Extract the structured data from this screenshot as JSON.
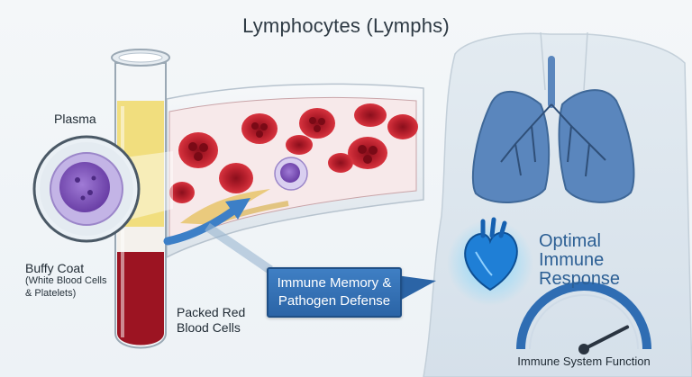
{
  "title": "Lymphocytes (Lymphs)",
  "labels": {
    "plasma": "Plasma",
    "buffy_coat": "Buffy Coat",
    "buffy_coat_detail_1": "(White Blood Cells",
    "buffy_coat_detail_2": "& Platelets)",
    "packed_red_1": "Packed Red",
    "packed_red_2": "Blood Cells",
    "callout_1": "Immune Memory &",
    "callout_2": "Pathogen Defense",
    "optimal_1": "Optimal",
    "optimal_2": "Immune",
    "optimal_3": "Response",
    "gauge_caption": "Immune System Function"
  },
  "colors": {
    "plasma": "#f1de7e",
    "packed_cells": "#9c1422",
    "lymphocyte": "#7b4fb5",
    "accent_blue": "#2f6db3",
    "lungs": "#5a86bd",
    "heart": "#1f7fd6"
  },
  "gauge": {
    "level_fraction": 0.85
  },
  "icons": [
    "test-tube-icon",
    "lymphocyte-icon",
    "blood-vessel-icon",
    "lungs-icon",
    "heart-icon",
    "gauge-icon"
  ]
}
